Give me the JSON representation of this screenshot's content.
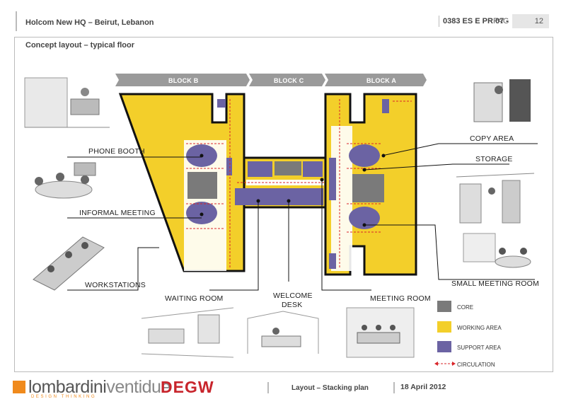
{
  "header": {
    "title": "Holcom New HQ – Beirut, Lebanon",
    "code": "0383 ES E PR 07 -",
    "pag_label": "PAG",
    "page_number": "12"
  },
  "subtitle": "Concept layout – typical floor",
  "blocks": [
    "BLOCK B",
    "BLOCK C",
    "BLOCK A"
  ],
  "callouts": {
    "phone_booth": "PHONE BOOTH",
    "informal_meeting": "INFORMAL MEETING",
    "workstations": "WORKSTATIONS",
    "waiting_room": "WAITING ROOM",
    "welcome_desk_1": "WELCOME",
    "welcome_desk_2": "DESK",
    "meeting_room": "MEETING ROOM",
    "copy_area": "COPY AREA",
    "storage": "STORAGE",
    "small_meeting_room": "SMALL MEETING ROOM"
  },
  "legend": {
    "core": "CORE",
    "working_area": "WORKING AREA",
    "support_area": "SUPPORT AREA",
    "circulation": "CIRCULATION"
  },
  "colors": {
    "core": "#7a7a7a",
    "working_area": "#f3cf2a",
    "support_area": "#6b63a3",
    "circulation": "#d9262a",
    "block_tab": "#9a9a9a",
    "brand_orange": "#f08a1c",
    "degw_red": "#c8252c"
  },
  "footer": {
    "logo_main": "lombardini",
    "logo_second": "ventidue",
    "logo_sub": "DESIGN THINKING",
    "partner": "DEGW",
    "doc_title": "Layout – Stacking plan",
    "date": "18 April 2012"
  }
}
